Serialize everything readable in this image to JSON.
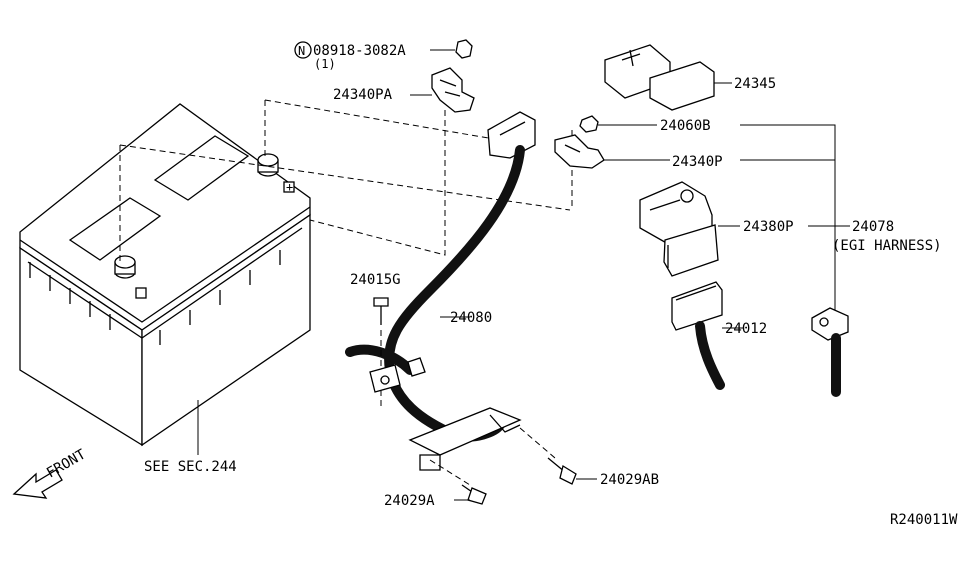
{
  "labels": {
    "nut_part": "08918-3082A",
    "nut_qty": "(1)",
    "nut_prefix": "N",
    "pos_terminal_a": "24340PA",
    "cover": "24345",
    "nut_b": "24060B",
    "pos_terminal": "24340P",
    "fuse_block": "24380P",
    "egi_harness_num": "24078",
    "egi_harness_name": "(EGI HARNESS)",
    "bolt_g": "24015G",
    "cable": "24080",
    "connector": "24012",
    "bolt_ab": "24029AB",
    "bolt_a": "24029A",
    "see_sec": "SEE SEC.244",
    "front": "FRONT",
    "diagram_id": "R240011W",
    "battery_plus": "+"
  }
}
